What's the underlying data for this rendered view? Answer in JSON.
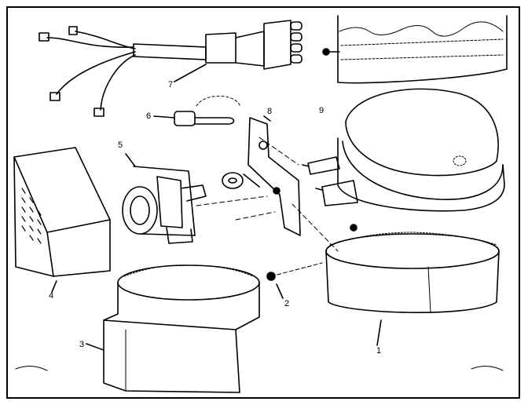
{
  "diagram": {
    "callouts": [
      {
        "id": "c1",
        "text": "1"
      },
      {
        "id": "c2",
        "text": "2"
      },
      {
        "id": "c3",
        "text": "3"
      },
      {
        "id": "c4",
        "text": "4"
      },
      {
        "id": "c5",
        "text": "5"
      },
      {
        "id": "c6",
        "text": "6"
      },
      {
        "id": "c7",
        "text": "7"
      },
      {
        "id": "c8",
        "text": "8"
      },
      {
        "id": "c9",
        "text": "9"
      }
    ]
  }
}
